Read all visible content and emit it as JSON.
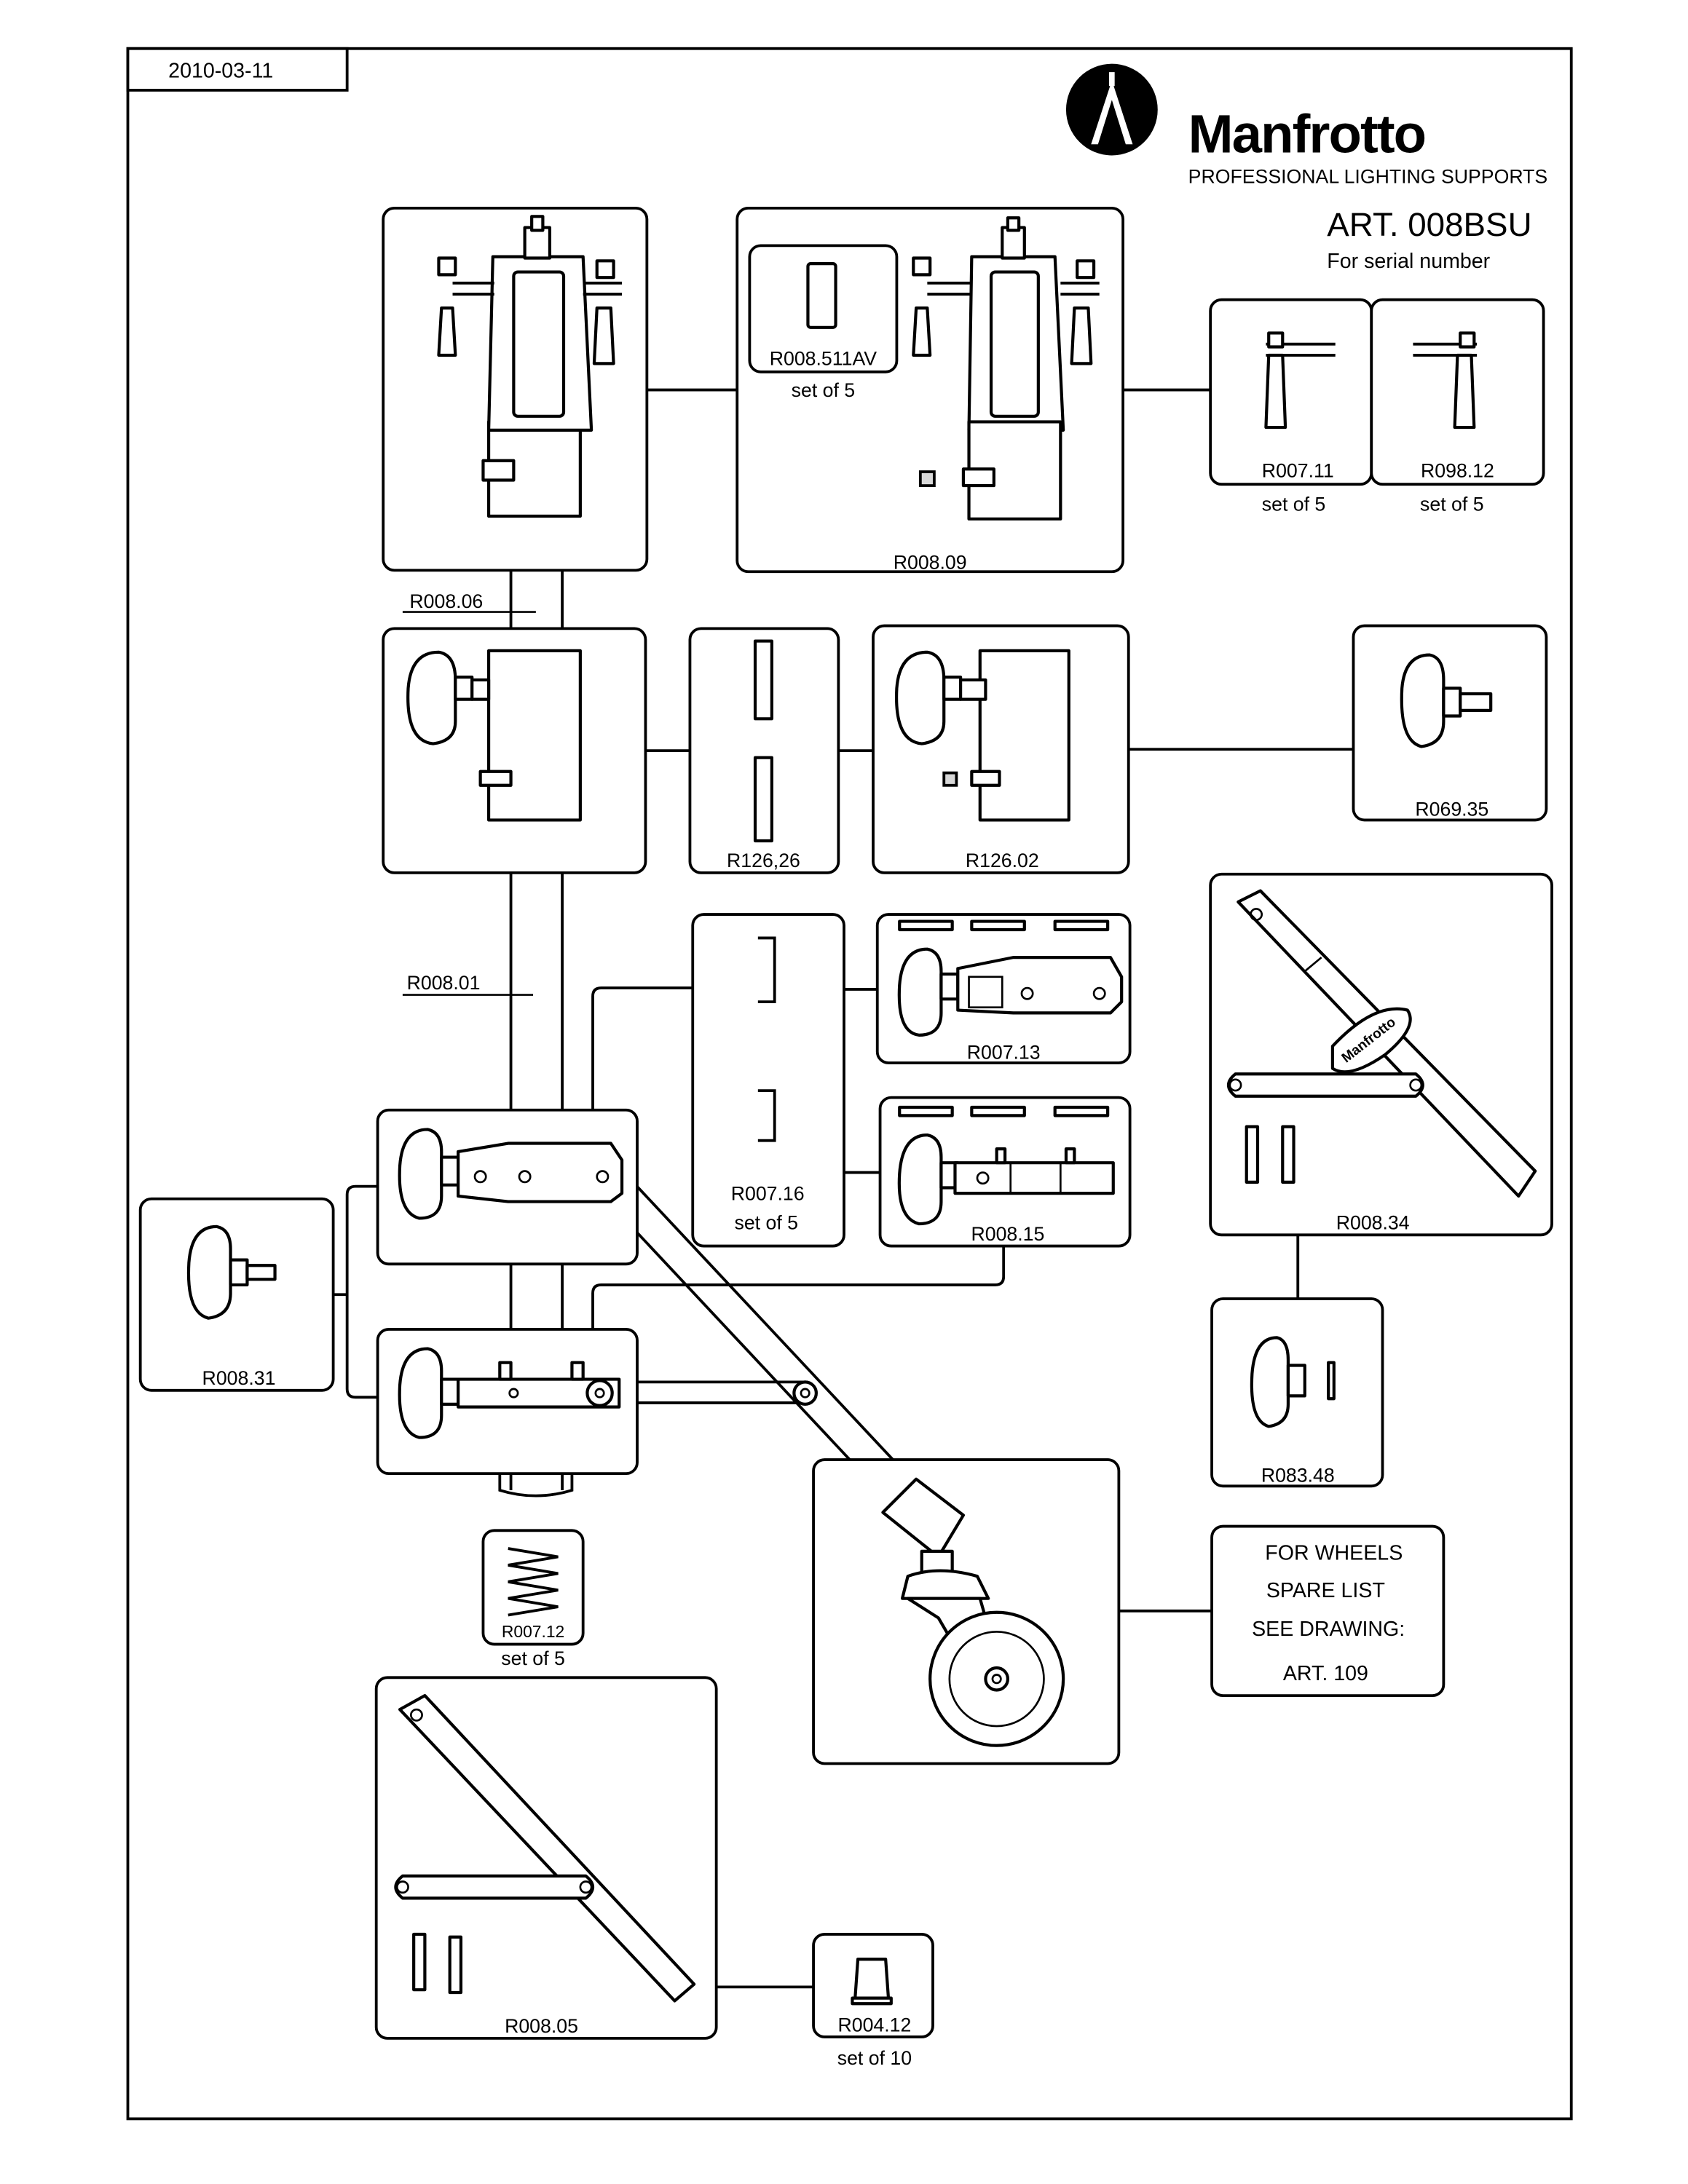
{
  "header": {
    "date": "2010-03-11",
    "brand": "Manfrotto",
    "tagline": "PROFESSIONAL LIGHTING SUPPORTS",
    "article": "ART. 008BSU",
    "serial_note": "For serial number",
    "logo_icon": "manfrotto-tripod-logo-icon"
  },
  "parts": {
    "r008_511av": {
      "code": "R008.511AV",
      "qty": "set of 5"
    },
    "r008_09": {
      "code": "R008.09"
    },
    "r007_11": {
      "code": "R007.11",
      "qty": "set of 5"
    },
    "r098_12": {
      "code": "R098.12",
      "qty": "set of 5"
    },
    "r008_06": {
      "code": "R008.06"
    },
    "r126_26": {
      "code": "R126,26"
    },
    "r126_02": {
      "code": "R126.02"
    },
    "r069_35": {
      "code": "R069.35"
    },
    "r008_01": {
      "code": "R008.01"
    },
    "r007_13": {
      "code": "R007.13"
    },
    "r007_16": {
      "code": "R007.16",
      "qty": "set of 5"
    },
    "r008_15": {
      "code": "R008.15"
    },
    "r008_34": {
      "code": "R008.34"
    },
    "r008_31": {
      "code": "R008.31"
    },
    "r083_48": {
      "code": "R083.48"
    },
    "r007_12": {
      "code": "R007.12",
      "qty": "set of 5"
    },
    "r008_05": {
      "code": "R008.05"
    },
    "r004_12": {
      "code": "R004.12",
      "qty": "set of 10"
    }
  },
  "wheels_note": {
    "line1": "FOR WHEELS",
    "line2": "SPARE LIST",
    "line3": "SEE DRAWING:",
    "line4": "ART. 109"
  }
}
